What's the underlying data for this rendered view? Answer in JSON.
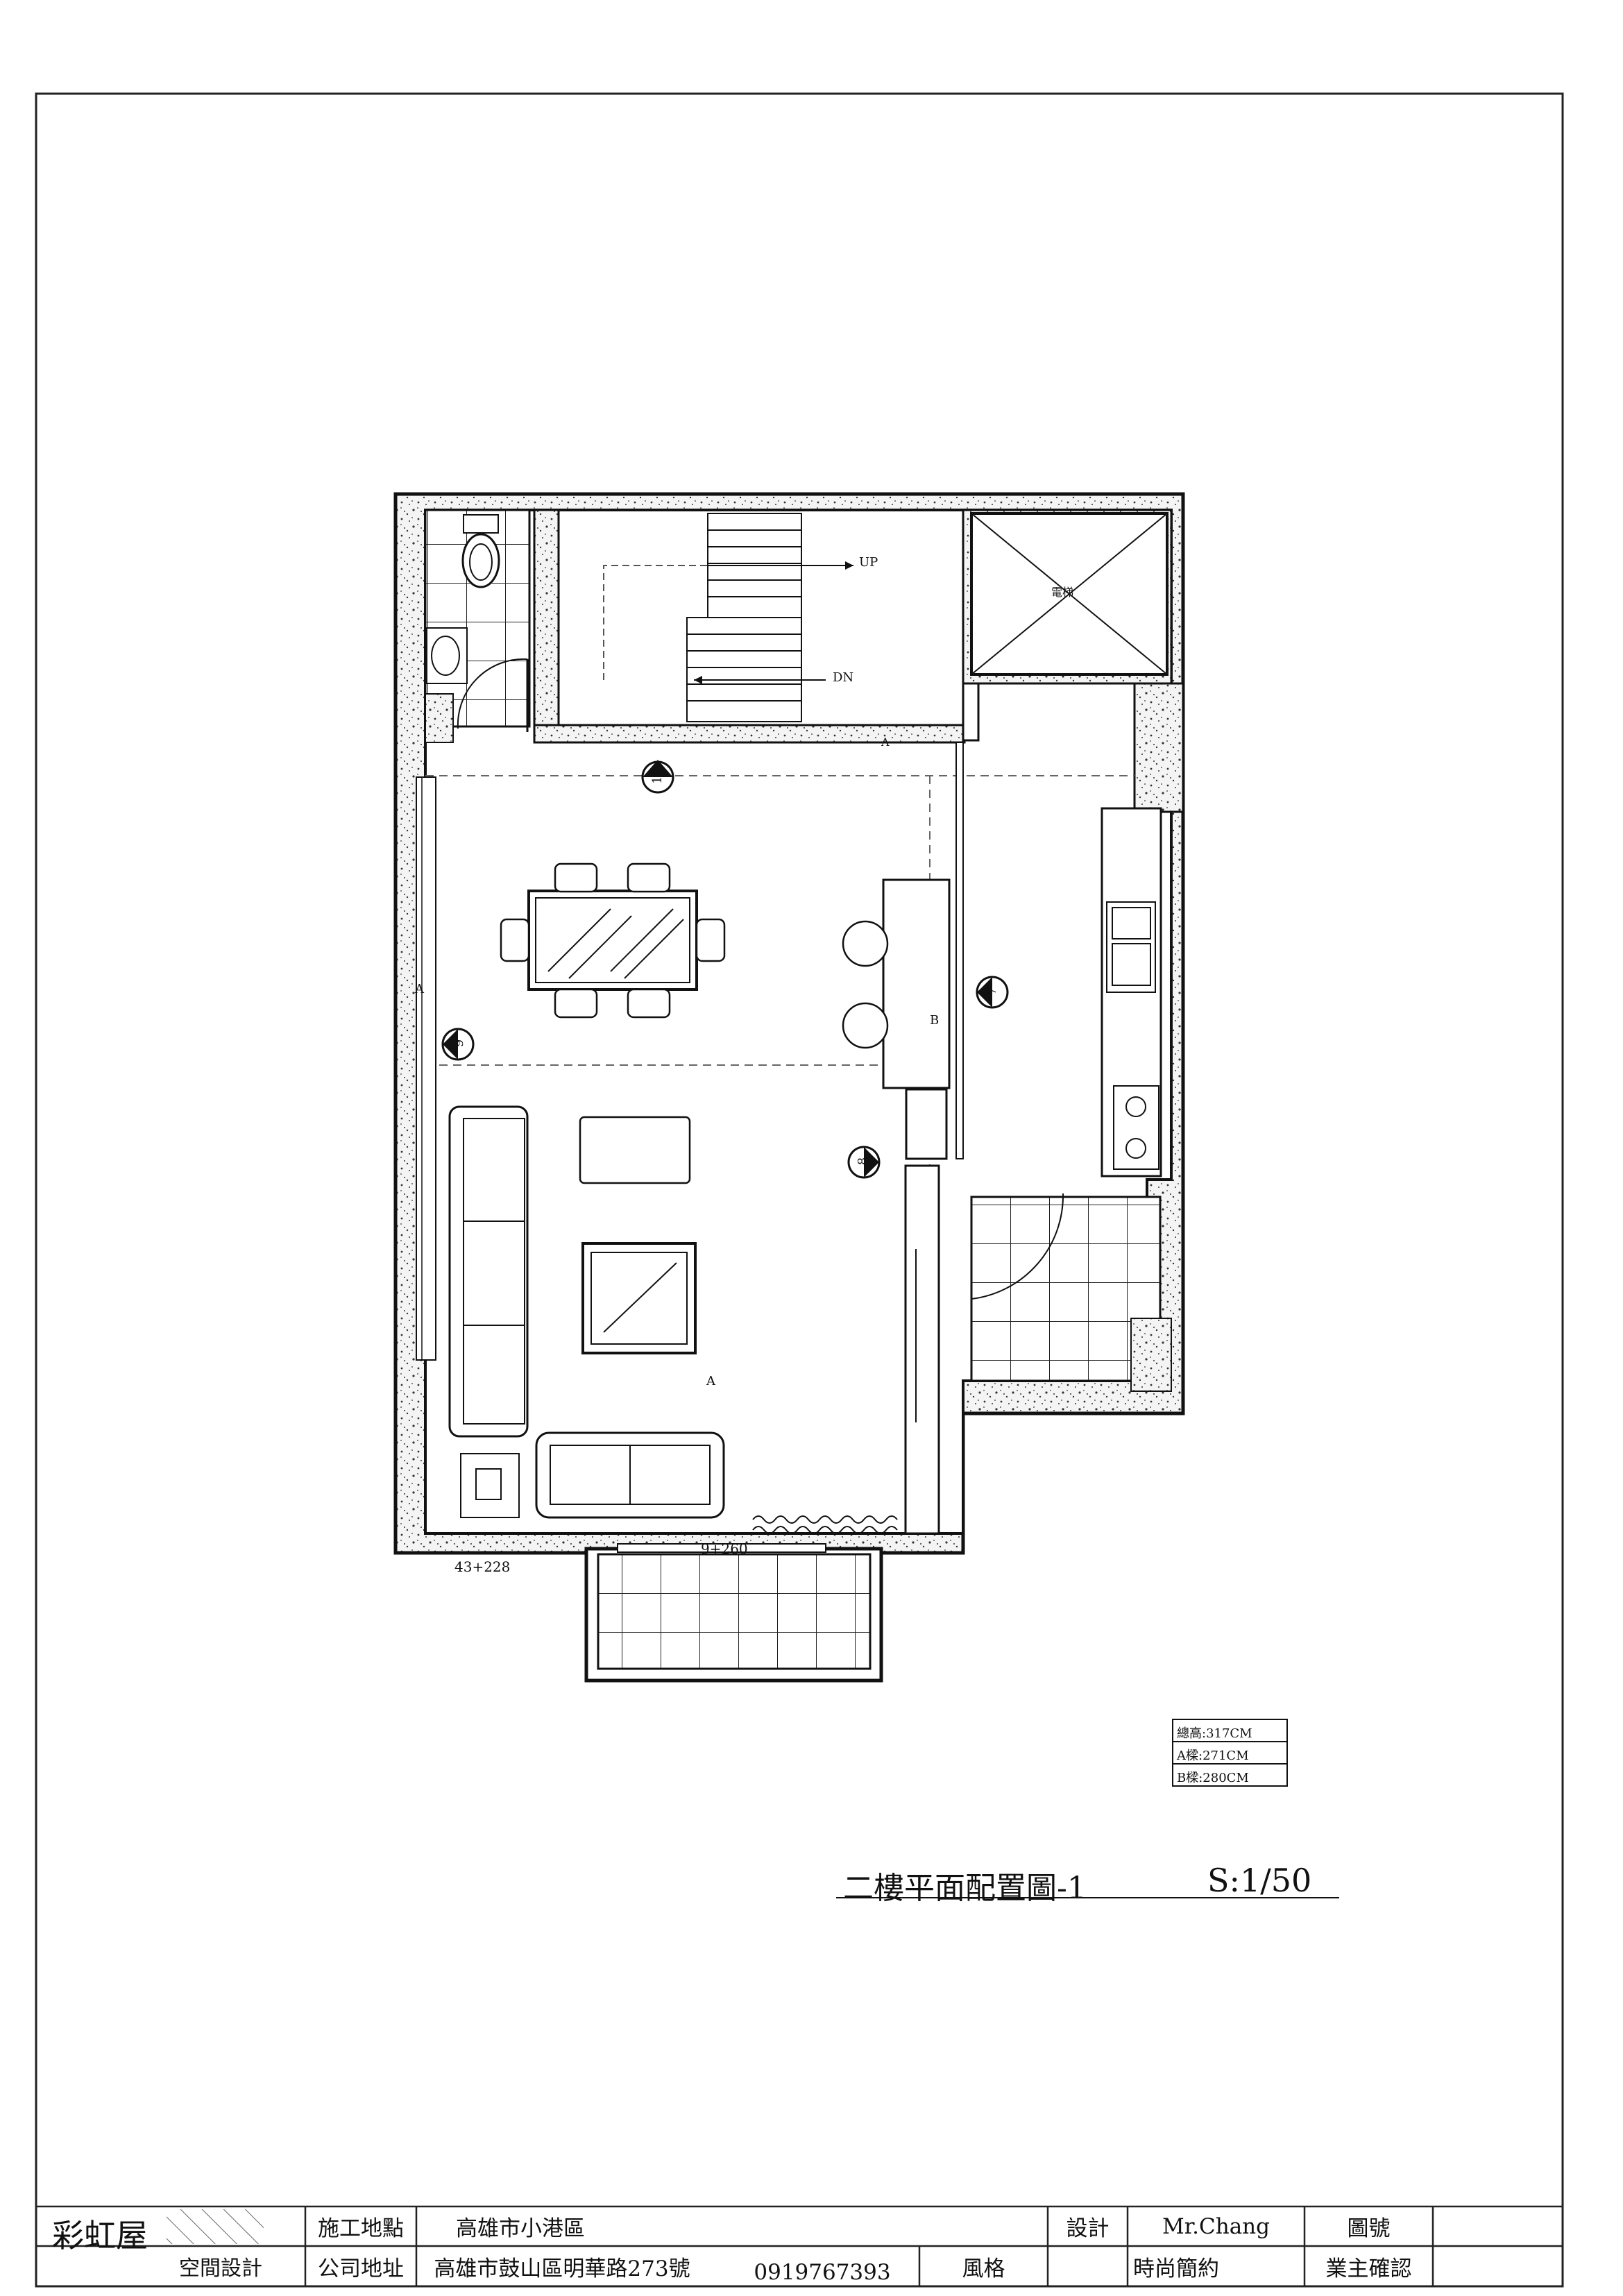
{
  "plan": {
    "labels": {
      "up": "UP",
      "dn": "DN",
      "elevator": "電梯",
      "partition_a_left": "A",
      "partition_a_center": "A",
      "partition_a_hall": "A",
      "partition_b": "B",
      "window_bottom_left": "43+228",
      "window_bottom_center": "9+260"
    },
    "elevation_markers": [
      "10",
      "9",
      "8",
      "7"
    ]
  },
  "legend": {
    "rows": [
      "總高:317CM",
      "A樑:271CM",
      "B樑:280CM"
    ]
  },
  "drawing_title": {
    "title": "二樓平面配置圖-1",
    "scale": "S:1/50"
  },
  "title_block": {
    "company_name": "彩虹屋",
    "company_sub": "空間設計",
    "site_label": "施工地點",
    "site_value": "高雄市小港區",
    "address_label": "公司地址",
    "address_value": "高雄市鼓山區明華路273號",
    "phone": "0919767393",
    "designer_label": "設計",
    "designer_value": "Mr.Chang",
    "style_label": "風格",
    "style_value": "時尚簡約",
    "drawing_no_label": "圖號",
    "owner_confirm_label": "業主確認"
  }
}
